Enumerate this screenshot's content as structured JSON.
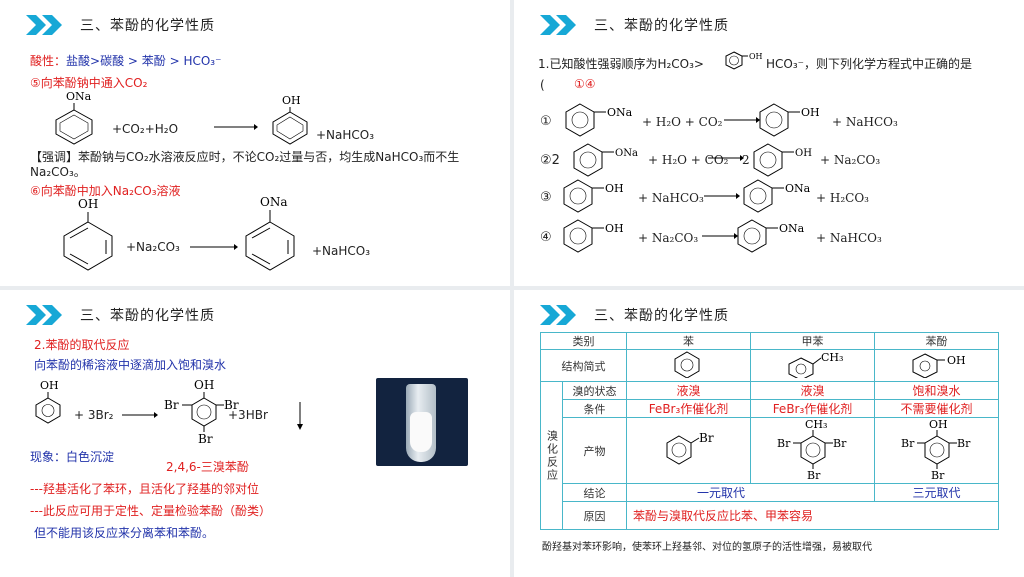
{
  "slides": [
    {
      "title": "三、苯酚的化学性质",
      "acidity": {
        "label": "酸性：",
        "order": "盐酸>碳酸 > 苯酚 > HCO₃⁻"
      },
      "step5": "⑤向苯酚钠中通入CO₂",
      "eq5": {
        "sub_ona": "ONa",
        "reagent": "+CO₂+H₂O",
        "prod_oh": "OH",
        "product": "+NaHCO₃"
      },
      "note": [
        "【强调】苯酚钠与CO₂水溶液反应时，不论CO₂过量与否，均生成NaHCO₃而不生",
        "Na₂CO₃。"
      ],
      "step6": "⑥向苯酚中加入Na₂CO₃溶液",
      "eq6": {
        "sub_oh": "OH",
        "reagent": "+Na₂CO₃",
        "prod_ona": "ONa",
        "product": "+NaHCO₃"
      }
    },
    {
      "title": "三、苯酚的化学性质",
      "question": {
        "prefix": "1.已知酸性强弱顺序为H₂CO₃>",
        "oh": "OH",
        "suffix": "HCO₃⁻，则下列化学方程式中正确的是"
      },
      "answer": {
        "open": "(",
        "value": "①④"
      },
      "eqs": [
        {
          "num": "①",
          "sub": "ONa",
          "reagents": "+ H₂O + CO₂",
          "coef": "",
          "prod": "OH",
          "product": "+ NaHCO₃"
        },
        {
          "num": "②2",
          "sub": "ONa",
          "reagents": "+ H₂O + CO₂",
          "coef": "2",
          "prod": "OH",
          "product": "+ Na₂CO₃"
        },
        {
          "num": "③",
          "sub": "OH",
          "reagents": "+ NaHCO₃",
          "coef": "",
          "prod": "ONa",
          "product": "+ H₂CO₃"
        },
        {
          "num": "④",
          "sub": "OH",
          "reagents": "+ Na₂CO₃",
          "coef": "",
          "prod": "ONa",
          "product": "+ NaHCO₃"
        }
      ]
    },
    {
      "title": "三、苯酚的化学性质",
      "section": "2.苯酚的取代反应",
      "instruction": "向苯酚的稀溶液中逐滴加入饱和溴水",
      "eq": {
        "oh": "OH",
        "reagent": "+ 3Br₂",
        "prod_oh": "OH",
        "br_left": "Br",
        "br_right": "Br",
        "br_bottom": "Br",
        "byproduct": "+3HBr"
      },
      "phenomenon": "现象：白色沉淀",
      "product_name": "2,4,6-三溴苯酚",
      "notes": [
        "---羟基活化了苯环，且活化了羟基的邻对位",
        "---此反应可用于定性、定量检验苯酚（酚类）",
        "但不能用该反应来分离苯和苯酚。"
      ]
    },
    {
      "title": "三、苯酚的化学性质",
      "table": {
        "head": [
          "类别",
          "苯",
          "甲苯",
          "苯酚"
        ],
        "formula_label": "结构简式",
        "toluene_sub": "CH₃",
        "phenol_sub": "OH",
        "group_label": "溴化反应",
        "rows": [
          {
            "label": "溴的状态",
            "values": [
              "液溴",
              "液溴",
              "饱和溴水"
            ]
          },
          {
            "label": "条件",
            "values": [
              "FeBr₃作催化剂",
              "FeBr₃作催化剂",
              "不需要催化剂"
            ]
          }
        ],
        "product_label": "产物",
        "product_br": "Br",
        "product_ch3": "CH₃",
        "product_oh": "OH",
        "conclusion_label": "结论",
        "conclusions": [
          "一元取代",
          "三元取代"
        ],
        "reason_label": "原因",
        "reason": "苯酚与溴取代反应比苯、甲苯容易"
      },
      "footnote": "酚羟基对苯环影响，使苯环上羟基邻、对位的氢原子的活性增强，易被取代"
    }
  ],
  "colors": {
    "accent": "#17a8d6",
    "red": "#e02020",
    "blue": "#2233aa",
    "table_border": "#49b7c9"
  },
  "icons": {
    "header": "double-chevron-icon"
  }
}
